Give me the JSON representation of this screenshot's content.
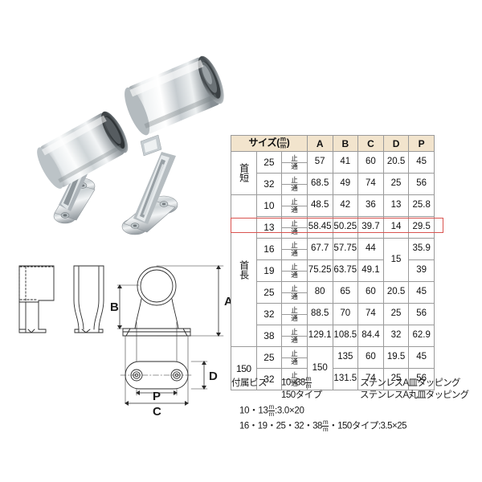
{
  "page": {
    "background": "#ffffff",
    "header_fill": "#f2e4cd",
    "highlight_color": "#d9534f",
    "line_color": "#9a9a9a"
  },
  "photo": {
    "caption": "",
    "items": [
      {
        "name": "short-neck-pipe-bracket",
        "finish": "chrome-plated"
      },
      {
        "name": "long-neck-pipe-bracket",
        "finish": "chrome-plated"
      }
    ]
  },
  "drawing": {
    "views": [
      "side-view-hidden-line",
      "front-view",
      "elevation-with-dimensions",
      "base-plate-plan"
    ],
    "dimension_labels": {
      "A": "A",
      "B": "B",
      "C": "C",
      "D": "D",
      "P": "P"
    }
  },
  "table": {
    "header": {
      "size_label": "サイズ",
      "unit_open": "(",
      "unit_num": "m",
      "unit_den": "m",
      "unit_close": ")",
      "columns": [
        "A",
        "B",
        "C",
        "D",
        "P"
      ]
    },
    "tome": "止",
    "tsuu": "通",
    "groups": [
      {
        "label": "首短",
        "rows": [
          {
            "size": "25",
            "A": "57",
            "B": "41",
            "C": "60",
            "D": "20.5",
            "P": "45",
            "highlight": false
          },
          {
            "size": "32",
            "A": "68.5",
            "B": "49",
            "C": "74",
            "D": "25",
            "P": "56",
            "highlight": false
          }
        ]
      },
      {
        "label": "首長",
        "rows": [
          {
            "size": "10",
            "A": "48.5",
            "B": "42",
            "C": "36",
            "D": "13",
            "P": "25.8",
            "highlight": false
          },
          {
            "size": "13",
            "A": "58.45",
            "B": "50.25",
            "C": "39.7",
            "D": "14",
            "P": "29.5",
            "highlight": true
          },
          {
            "size": "16",
            "A": "67.7",
            "B": "57.75",
            "C": "44",
            "D": "15",
            "P": "35.9",
            "highlight": false
          },
          {
            "size": "19",
            "A": "75.25",
            "B": "63.75",
            "C": "49.1",
            "D": "",
            "P": "39",
            "highlight": false
          },
          {
            "size": "25",
            "A": "80",
            "B": "65",
            "C": "60",
            "D": "20.5",
            "P": "45",
            "highlight": false
          },
          {
            "size": "32",
            "A": "88.5",
            "B": "70",
            "C": "74",
            "D": "25",
            "P": "56",
            "highlight": false
          },
          {
            "size": "38",
            "A": "129.1",
            "B": "108.5",
            "C": "84.4",
            "D": "32",
            "P": "62.9",
            "highlight": false
          }
        ]
      },
      {
        "label": "150",
        "rows": [
          {
            "size": "25",
            "A": "150",
            "B": "135",
            "C": "60",
            "D": "19.5",
            "P": "45",
            "highlight": false
          },
          {
            "size": "32",
            "A": "",
            "B": "131.5",
            "C": "74",
            "D": "25",
            "P": "56",
            "highlight": false
          }
        ]
      }
    ],
    "merged_notes": {
      "D_15_spans_rows": [
        "16",
        "19"
      ],
      "A_150_spans_rows": [
        "25",
        "32"
      ]
    }
  },
  "notes": {
    "screw_label": "付属ビス",
    "line1_mid_pre": "10~38",
    "line1_mid_unit_num": "m",
    "line1_mid_unit_den": "m",
    "line1_right": "ステンレスA皿タッピング",
    "line2_mid": "150タイプ",
    "line2_right": "ステンレスA丸皿タッピング",
    "line3_pre": "10・13",
    "line3_unit_num": "m",
    "line3_unit_den": "m",
    "line3_post": ":3.0×20",
    "line4_pre": "16・19・25・32・38",
    "line4_unit_num": "m",
    "line4_unit_den": "m",
    "line4_post": "・150タイプ:3.5×25"
  }
}
